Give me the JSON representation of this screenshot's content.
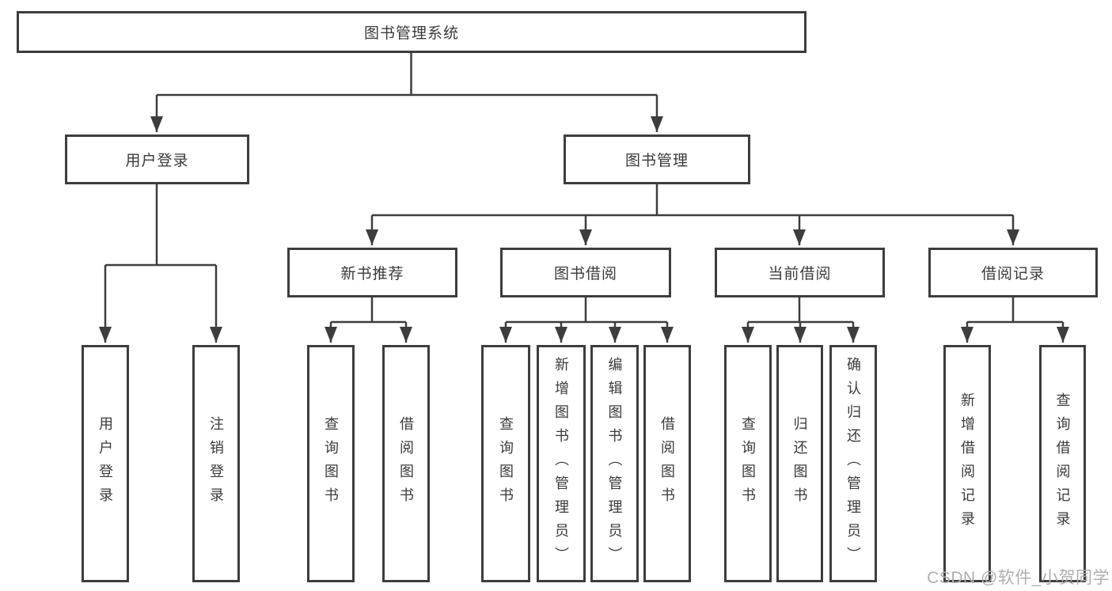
{
  "colors": {
    "line": "#3d3d3d",
    "border": "#3d3d3d",
    "text": "#3a3a3a",
    "background": "#ffffff",
    "watermark": "#aeaeae"
  },
  "watermark": {
    "text": "CSDN @软件_小贺同学"
  },
  "tree": {
    "root": {
      "label": "图书管理系统"
    },
    "branches": [
      {
        "label": "用户登录",
        "children": [
          {
            "label": "用户登录"
          },
          {
            "label": "注销登录"
          }
        ]
      },
      {
        "label": "图书管理",
        "children": [
          {
            "label": "新书推荐",
            "children": [
              {
                "label": "查询图书"
              },
              {
                "label": "借阅图书"
              }
            ]
          },
          {
            "label": "图书借阅",
            "children": [
              {
                "label": "查询图书"
              },
              {
                "label": "新增图书（管理员）"
              },
              {
                "label": "编辑图书（管理员）"
              },
              {
                "label": "借阅图书"
              }
            ]
          },
          {
            "label": "当前借阅",
            "children": [
              {
                "label": "查询图书"
              },
              {
                "label": "归还图书"
              },
              {
                "label": "确认归还（管理员）"
              }
            ]
          },
          {
            "label": "借阅记录",
            "children": [
              {
                "label": "新增借阅记录"
              },
              {
                "label": "查询借阅记录"
              }
            ]
          }
        ]
      }
    ]
  }
}
